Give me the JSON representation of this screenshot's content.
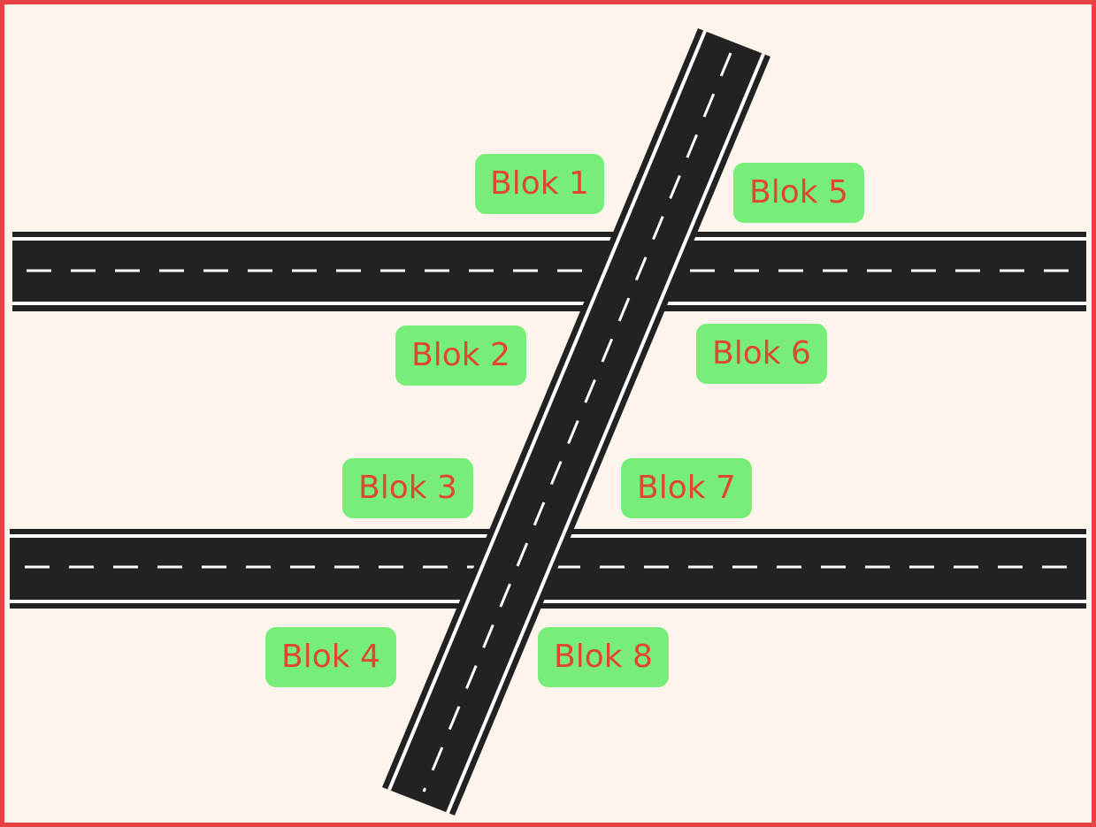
{
  "diagram": {
    "roads": [
      {
        "id": "road-horizontal-top",
        "orientation": "horizontal"
      },
      {
        "id": "road-horizontal-bottom",
        "orientation": "horizontal"
      },
      {
        "id": "road-diagonal",
        "orientation": "diagonal"
      }
    ],
    "colors": {
      "border": "#e84245",
      "background": "#fdf5ec",
      "road_asphalt": "#222222",
      "road_line": "#ffffff",
      "label_fill": "#77ee77",
      "label_text": "#e0472c"
    },
    "blocks": [
      {
        "label": "Blok 1"
      },
      {
        "label": "Blok 2"
      },
      {
        "label": "Blok 3"
      },
      {
        "label": "Blok 4"
      },
      {
        "label": "Blok 5"
      },
      {
        "label": "Blok 6"
      },
      {
        "label": "Blok 7"
      },
      {
        "label": "Blok 8"
      }
    ]
  }
}
